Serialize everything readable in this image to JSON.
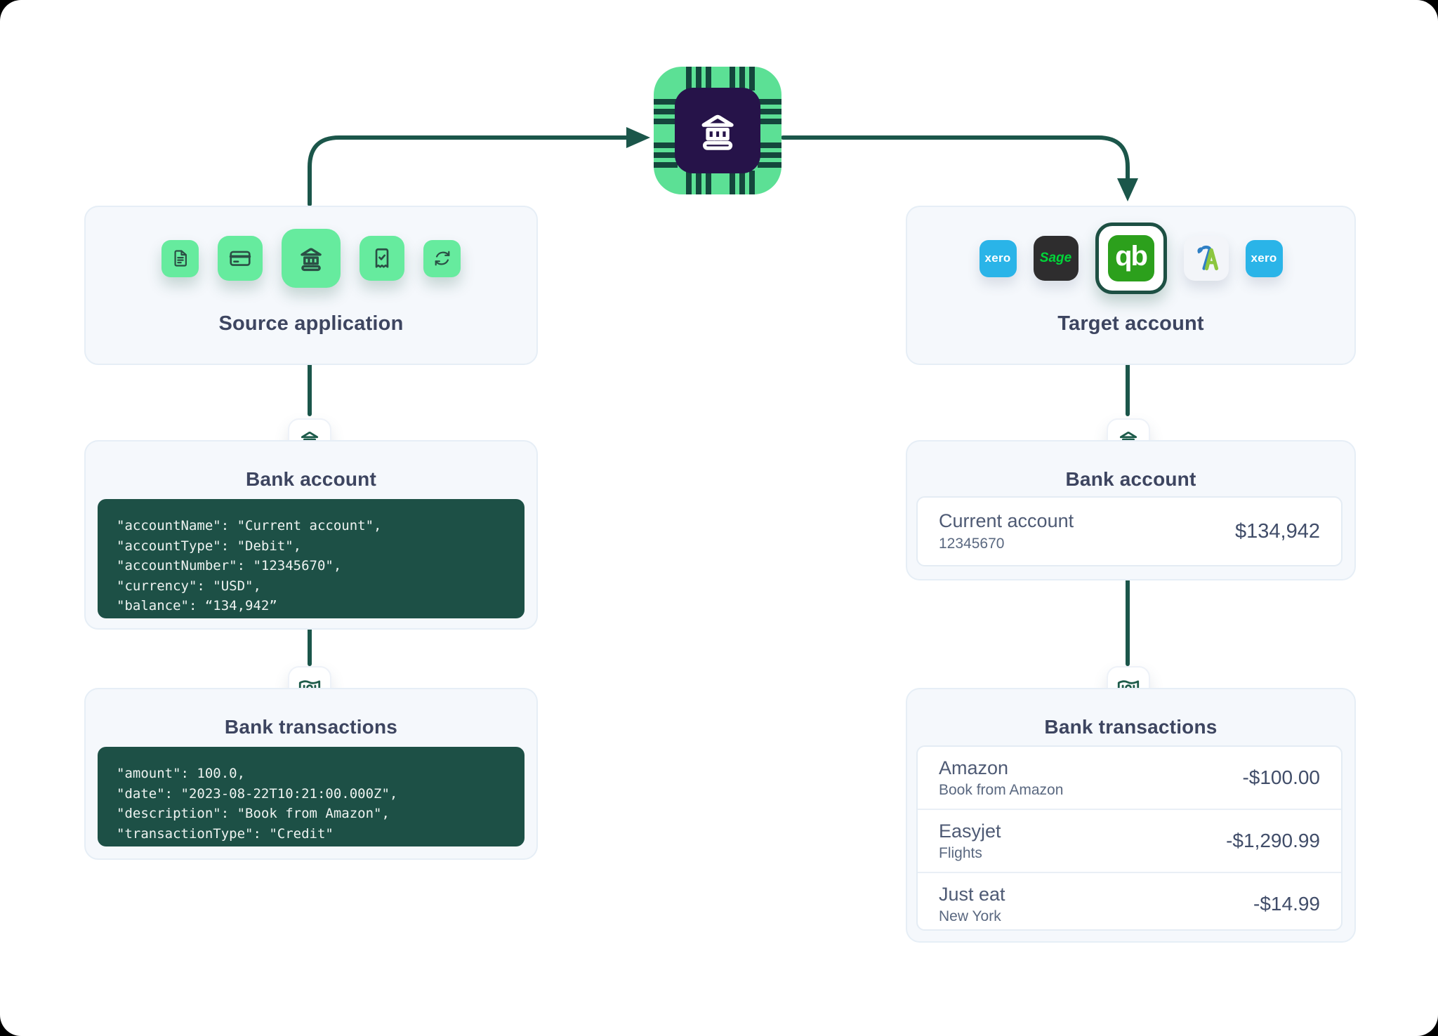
{
  "palette": {
    "wire_teal": "#1b564a",
    "tile_mint": "#66eb9e",
    "code_bg": "#1d5046",
    "heading": "#3d4560",
    "box_bg": "#f5f8fc",
    "xero_blue": "#2ab4e8",
    "sage_dark": "#2e2d2e",
    "sage_green": "#00d639",
    "quickbooks_green": "#2ca01c",
    "freeagent_blue": "#2f7fc4",
    "freeagent_green": "#8cc63f",
    "chip_purple": "#261349"
  },
  "chip": {
    "icon": "bank-chip-icon"
  },
  "source": {
    "title": "Source application",
    "icons": [
      "document-icon",
      "credit-card-icon",
      "bank-icon",
      "receipt-check-icon",
      "sync-icon"
    ]
  },
  "target": {
    "title": "Target account",
    "logos": [
      {
        "name": "Xero",
        "label": "xero"
      },
      {
        "name": "Sage",
        "label": "Sage"
      },
      {
        "name": "QuickBooks",
        "label": "qb",
        "selected": "true"
      },
      {
        "name": "FreeAgent",
        "label": ""
      },
      {
        "name": "Xero",
        "label": "xero"
      }
    ]
  },
  "left_bank_account": {
    "title": "Bank account",
    "code_lines": [
      "\"accountName\": \"Current account\",",
      "\"accountType\": \"Debit\",",
      "\"accountNumber\": \"12345670\",",
      "\"currency\": \"USD\",",
      "\"balance\": “134,942”"
    ]
  },
  "left_bank_transactions": {
    "title": "Bank transactions",
    "code_lines": [
      "\"amount\": 100.0,",
      "\"date\": \"2023-08-22T10:21:00.000Z\",",
      "\"description\": \"Book from Amazon\",",
      "\"transactionType\": \"Credit\""
    ]
  },
  "right_bank_account": {
    "title": "Bank account",
    "account_name": "Current account",
    "account_number": "12345670",
    "balance": "$134,942"
  },
  "right_bank_transactions": {
    "title": "Bank transactions",
    "rows": [
      {
        "name": "Amazon",
        "description": "Book from Amazon",
        "amount": "-$100.00"
      },
      {
        "name": "Easyjet",
        "description": "Flights",
        "amount": "-$1,290.99"
      },
      {
        "name": "Just eat",
        "description": "New York",
        "amount": "-$14.99"
      }
    ]
  }
}
